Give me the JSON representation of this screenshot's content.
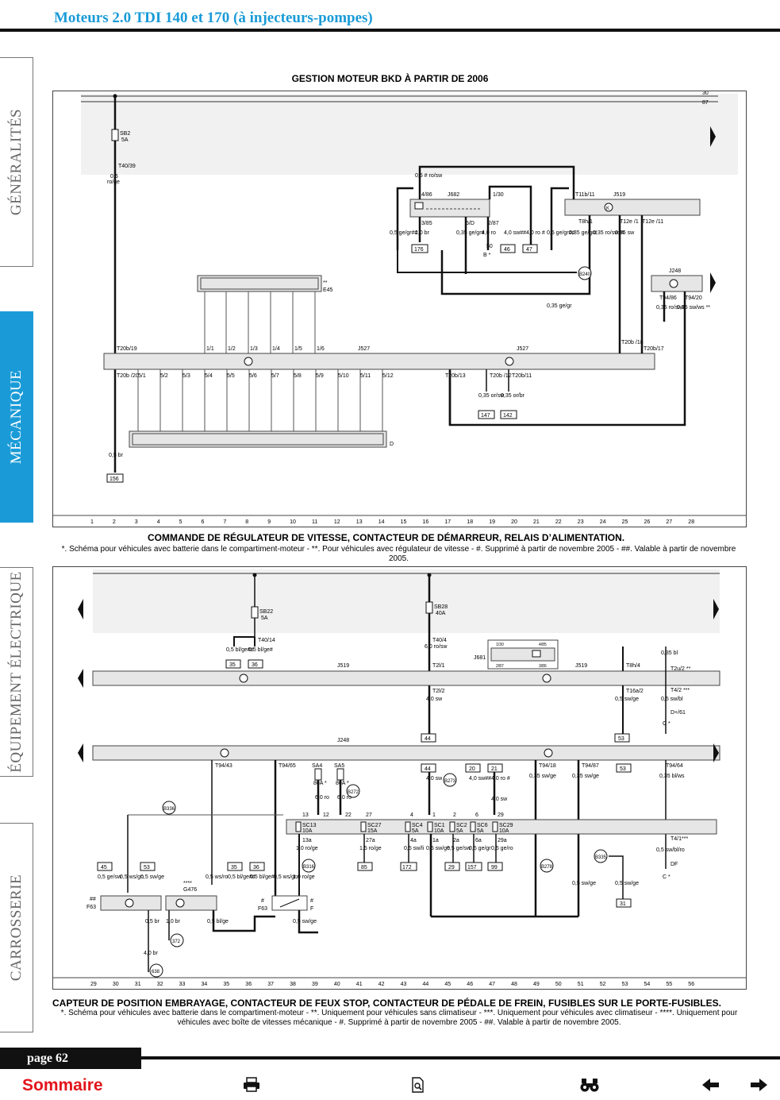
{
  "header": {
    "title": "Moteurs 2.0 TDI 140 et 170 (à injecteurs-pompes)"
  },
  "side_tabs": [
    {
      "label": "GÉNÉRALITÉS",
      "active": false
    },
    {
      "label": "MÉCANIQUE",
      "active": true
    },
    {
      "label": "ÉQUIPEMENT ÉLECTRIQUE",
      "active": false
    },
    {
      "label": "CARROSSERIE",
      "active": false
    }
  ],
  "diagram1": {
    "heading": "GESTION MOTEUR BKD À PARTIR DE 2006",
    "caption": "COMMANDE DE RÉGULATEUR DE VITESSE, CONTACTEUR DE DÉMARREUR, RELAIS D’ALIMENTATION.",
    "note": "*. Schéma pour véhicules avec batterie dans le compartiment-moteur - **. Pour véhicules avec régulateur de vitesse - #. Supprimé à partir de novembre 2005 - ##. Valable à partir de novembre 2005.",
    "rail_labels": [
      "30",
      "87"
    ],
    "fuse": {
      "name": "SB2",
      "rating": "5A"
    },
    "connector_T40": "T40/39",
    "wire_T40": [
      "0,5",
      "ro/ge"
    ],
    "relay_J682": {
      "name": "J682",
      "pins": [
        "4/86",
        "1/30",
        "3/85",
        "5/D",
        "2/87"
      ]
    },
    "relay_J519": {
      "name": "J519",
      "pins": [
        "T11b/11",
        "T8h/1",
        "T12e /1",
        "T12e /11"
      ]
    },
    "component_E45": {
      "name": "E45",
      "mark": "**"
    },
    "component_J248": {
      "name": "J248",
      "pins": [
        "T94/86",
        "T94/20"
      ],
      "mark": "**"
    },
    "component_J527": {
      "name": "J527",
      "pins_top": [
        "T20b/19",
        "1/1",
        "1/2",
        "1/3",
        "1/4",
        "1/5",
        "1/6",
        "T20b /18",
        "T20b/17"
      ],
      "pins_bottom": [
        "T20b /20",
        "5/1",
        "5/2",
        "5/3",
        "5/4",
        "5/5",
        "5/6",
        "5/7",
        "5/8",
        "5/9",
        "5/10",
        "5/11",
        "5/12",
        "T20b/13",
        "T20b /12",
        "T20b/11"
      ]
    },
    "component_D": {
      "name": "D"
    },
    "ground_B240": "B240",
    "wire_refs": [
      "176",
      "46",
      "47",
      "147",
      "142",
      "156"
    ],
    "ref_B": "B *",
    "wire_labels": [
      "0,5 # ro/sw",
      "0,5 ge/gr##",
      "1,0 br",
      "0,35 ge/gr#",
      "4,0 ro",
      "4,0 sw##",
      "4,0 ro #",
      "0,5 ge/gr##",
      "0,35 ge/gr#",
      "0,35 ro/sw##",
      "0,35 ro/sw",
      "0,35 sw",
      "0,35 ge/gr",
      "0,35 ro/sw#",
      "0,35 sw/ws **",
      "0,35 or/sw",
      "0,35 or/br",
      "0,5 br",
      "50"
    ],
    "columns": [
      "1",
      "2",
      "3",
      "4",
      "5",
      "6",
      "7",
      "8",
      "9",
      "10",
      "11",
      "12",
      "13",
      "14",
      "15",
      "16",
      "17",
      "18",
      "19",
      "20",
      "21",
      "22",
      "23",
      "24",
      "25",
      "26",
      "27",
      "28"
    ]
  },
  "diagram2": {
    "caption": "CAPTEUR DE POSITION EMBRAYAGE, CONTACTEUR DE FEUX STOP, CONTACTEUR DE PÉDALE DE FREIN, FUSIBLES SUR LE PORTE-FUSIBLES.",
    "note": "*. Schéma pour véhicules avec batterie dans le compartiment-moteur - **. Uniquement pour véhicules sans climatiseur - ***. Uniquement pour véhicules avec climatiseur - ****. Uniquement pour véhicules avec boîte de vitesses mécanique - #. Supprimé à partir de novembre 2005 - ##. Valable à partir de novembre 2005.",
    "fuses_top": [
      {
        "name": "SB22",
        "rating": "5A"
      },
      {
        "name": "SB28",
        "rating": "40A"
      }
    ],
    "connectors": [
      "T40/14",
      "T40/4",
      "T2l/1",
      "T2l/2",
      "T8h/4",
      "T16a/2",
      "T2u/2 **",
      "T4/2 ***",
      "D+/61",
      "T94/43",
      "T94/65",
      "T94/18",
      "T94/87",
      "T94/64",
      "T4/1***"
    ],
    "relay_J681": {
      "name": "J681",
      "pins": [
        "1/30",
        "4/85",
        "2/87",
        "3/86"
      ]
    },
    "bus_labels": [
      "J519",
      "J519",
      "J248"
    ],
    "fuses_sa": [
      {
        "name": "SA4",
        "rating": "80A *"
      },
      {
        "name": "SA5",
        "rating": "80A *"
      }
    ],
    "fuses_sc": [
      {
        "name": "SC13",
        "rating": "10A"
      },
      {
        "name": "SC27",
        "rating": "15A"
      },
      {
        "name": "SC4",
        "rating": "5A"
      },
      {
        "name": "SC1",
        "rating": "10A"
      },
      {
        "name": "SC2",
        "rating": "5A"
      },
      {
        "name": "SC6",
        "rating": "5A"
      },
      {
        "name": "SC29",
        "rating": "10A"
      }
    ],
    "sc_pins_top": [
      "13",
      "12",
      "22",
      "27",
      "4",
      "1",
      "2",
      "6",
      "29"
    ],
    "sc_pins_bottom": [
      "13a",
      "27a",
      "4a",
      "1a",
      "2a",
      "6a",
      "29a"
    ],
    "grounds": [
      "B336",
      "B272",
      "B273",
      "B316",
      "B278",
      "B335",
      "372",
      "638"
    ],
    "components": [
      "F63",
      "G476",
      "F63",
      "F"
    ],
    "component_marks": [
      "##",
      "****",
      "#",
      "#"
    ],
    "refs": [
      "35",
      "36",
      "44",
      "53",
      "44",
      "20",
      "21",
      "53",
      "45",
      "53",
      "35",
      "36",
      "85",
      "172",
      "29",
      "157",
      "99",
      "31"
    ],
    "refs_bottom_C": [
      "C *",
      "C *"
    ],
    "df": "DF",
    "wire_labels": [
      "0,5 bl/ge##",
      "0,5 bl/ge#",
      "6,0 ro/sw",
      "4,0 sw",
      "0,35 bl",
      "0,5 sw/bl",
      "0,5 sw/ge",
      "0,35 sw/ge",
      "0,35 bl/ws",
      "6,0 ro",
      "6,0 ro",
      "4,0 sw",
      "4,0 sw##",
      "4,0 ro #",
      "4,0 sw",
      "1,0 ro/ge",
      "1,5 ro/ge",
      "0,5 sw/li",
      "0,5 sw/ge",
      "0,5 ge/sw",
      "0,5 ge/gr",
      "0,5 ge/ro",
      "0,5 sw/bl/ro",
      "0,5 sw/ge",
      "0,5 ge/sw",
      "0,5 ws/gn",
      "0,5 sw/ge",
      "0,5 ws/ro",
      "0,5 bl/ge##",
      "0,5 bl/ge#",
      "0,5 ws/gn",
      "1,0 ro/ge",
      "0,5 br",
      "1,0 br",
      "4,0 br",
      "0,5 bl/ge",
      "0,5 sw/ge",
      "0,5 sw/ge"
    ],
    "columns": [
      "29",
      "30",
      "31",
      "32",
      "33",
      "34",
      "35",
      "36",
      "37",
      "38",
      "39",
      "40",
      "41",
      "42",
      "43",
      "44",
      "45",
      "46",
      "47",
      "48",
      "49",
      "50",
      "51",
      "52",
      "53",
      "54",
      "55",
      "56"
    ]
  },
  "footer": {
    "page_label": "page 62",
    "sommaire": "Sommaire",
    "icons": [
      "printer-icon",
      "zoom-page-icon",
      "binoculars-icon",
      "arrow-left-icon",
      "arrow-right-icon"
    ]
  }
}
